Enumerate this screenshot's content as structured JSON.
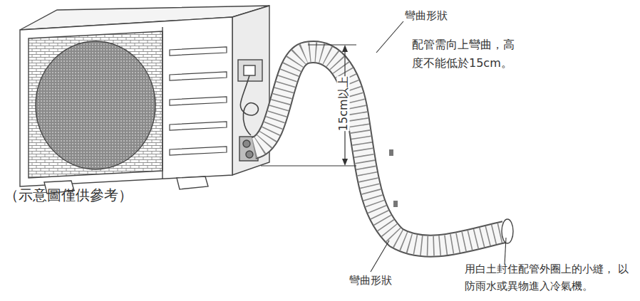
{
  "diagram": {
    "labels": [
      "彎曲形狀",
      "配管需向上彎曲，高 度不能低於15cm。",
      "15cm以上",
      "（示意圖僅供參考）",
      "彎曲形狀",
      "用白土封住配管外圈上的小縫， 以防雨水或異物進入冷氣機。"
    ]
  }
}
